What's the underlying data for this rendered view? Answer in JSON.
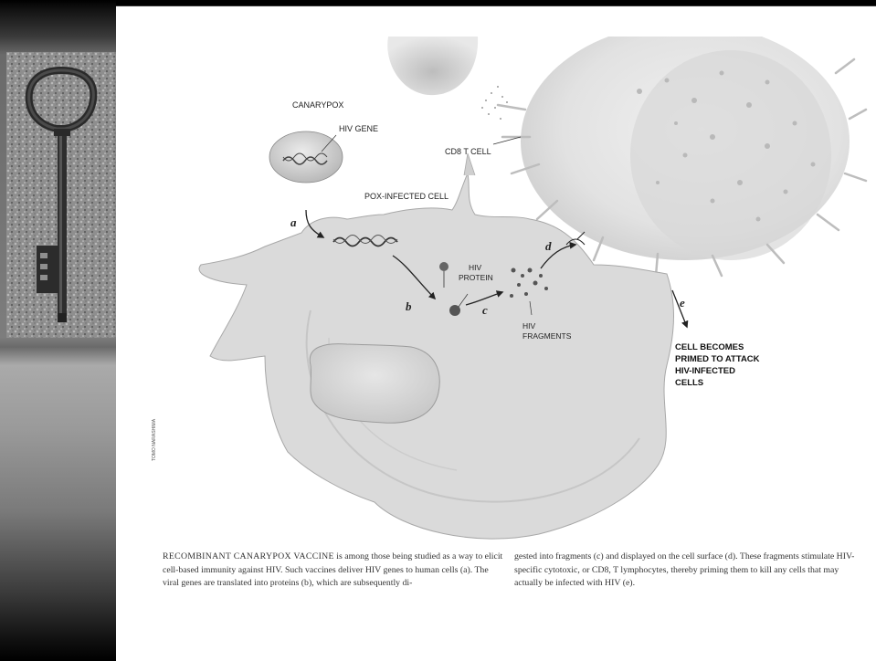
{
  "figure": {
    "labels": {
      "canarypox": "CANARYPOX",
      "hiv_gene": "HIV GENE",
      "cd8_cell": "CD8 T CELL",
      "pox_infected_cell": "POX-INFECTED CELL",
      "hiv_protein_line1": "HIV",
      "hiv_protein_line2": "PROTEIN",
      "hiv_fragments_line1": "HIV",
      "hiv_fragments_line2": "FRAGMENTS",
      "primed_line1": "CELL BECOMES",
      "primed_line2": "PRIMED TO ATTACK",
      "primed_line3": "HIV-INFECTED",
      "primed_line4": "CELLS",
      "credit": "TOMO NARASHIMA"
    },
    "steps": {
      "a": "a",
      "b": "b",
      "c": "c",
      "d": "d",
      "e": "e"
    }
  },
  "caption": {
    "left_lead": "RECOMBINANT CANARYPOX VACCINE",
    "left_body": " is among those being studied as a way to elicit cell-based immunity against HIV. Such vaccines deliver HIV genes to human cells (a). The viral genes are translated into proteins (b), which are subsequently di-",
    "right_body": "gested into fragments (c) and displayed on the cell surface (d). These fragments stimulate HIV-specific cytotoxic, or CD8, T lymphocytes, thereby priming them to kill any cells that may actually be infected with HIV (e)."
  },
  "colors": {
    "sidebar_dark": "#000000",
    "sidebar_mid": "#7d7d7d",
    "cell_fill": "#dcdcdc",
    "ink": "#222222"
  },
  "icons": {
    "key_photo": "old-skeleton-key-icon"
  }
}
